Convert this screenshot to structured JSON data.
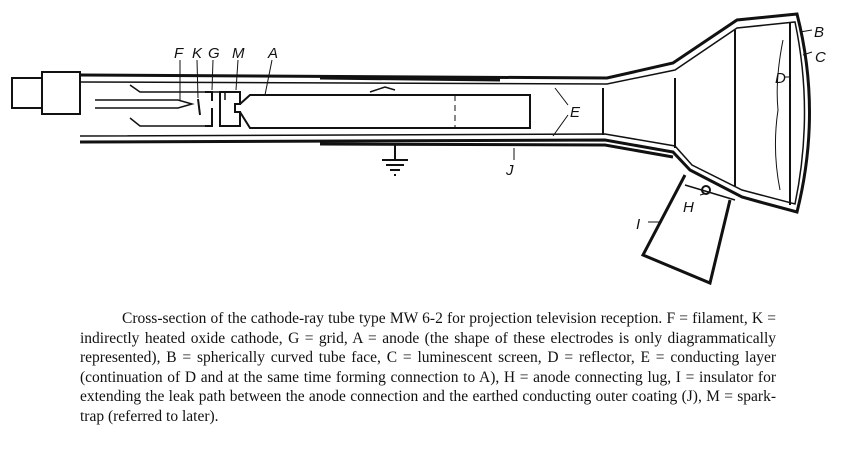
{
  "figure": {
    "labels": {
      "F": "F",
      "K": "K",
      "G": "G",
      "M": "M",
      "A": "A",
      "E": "E",
      "J": "J",
      "B": "B",
      "C": "C",
      "D": "D",
      "H": "H",
      "I": "I"
    }
  },
  "caption": "Cross-section of the cathode-ray tube type MW 6-2 for projection television reception. F = filament, K = indirectly heated oxide cathode, G = grid, A = anode (the shape of these electrodes is only diagrammatically represented), B = spherically curved tube face, C = luminescent screen, D = reflector, E = conducting layer (continuation of D and at the same time forming connection to A), H = anode connecting lug, I = insulator for extending the leak path between the anode connection and the earthed conducting outer coating (J), M = spark-trap (referred to later)."
}
